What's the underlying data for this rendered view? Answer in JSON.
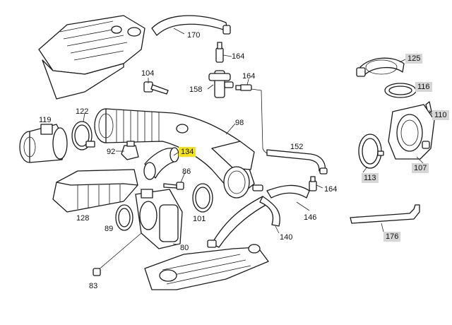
{
  "colors": {
    "highlight": "#f3e21a",
    "boxed": "#d6d6d6",
    "line": "#1a1a1a",
    "background": "#ffffff"
  },
  "labels": {
    "l170": "170",
    "l164a": "164",
    "l104": "104",
    "l164b": "164",
    "l158": "158",
    "l125": "125",
    "l116": "116",
    "l110": "110",
    "l119": "119",
    "l122": "122",
    "l98": "98",
    "l92": "92",
    "l134": "134",
    "l152": "152",
    "l86": "86",
    "l113": "113",
    "l107": "107",
    "l164c": "164",
    "l128": "128",
    "l146": "146",
    "l89": "89",
    "l101": "101",
    "l176": "176",
    "l140": "140",
    "l80": "80",
    "l83": "83"
  }
}
